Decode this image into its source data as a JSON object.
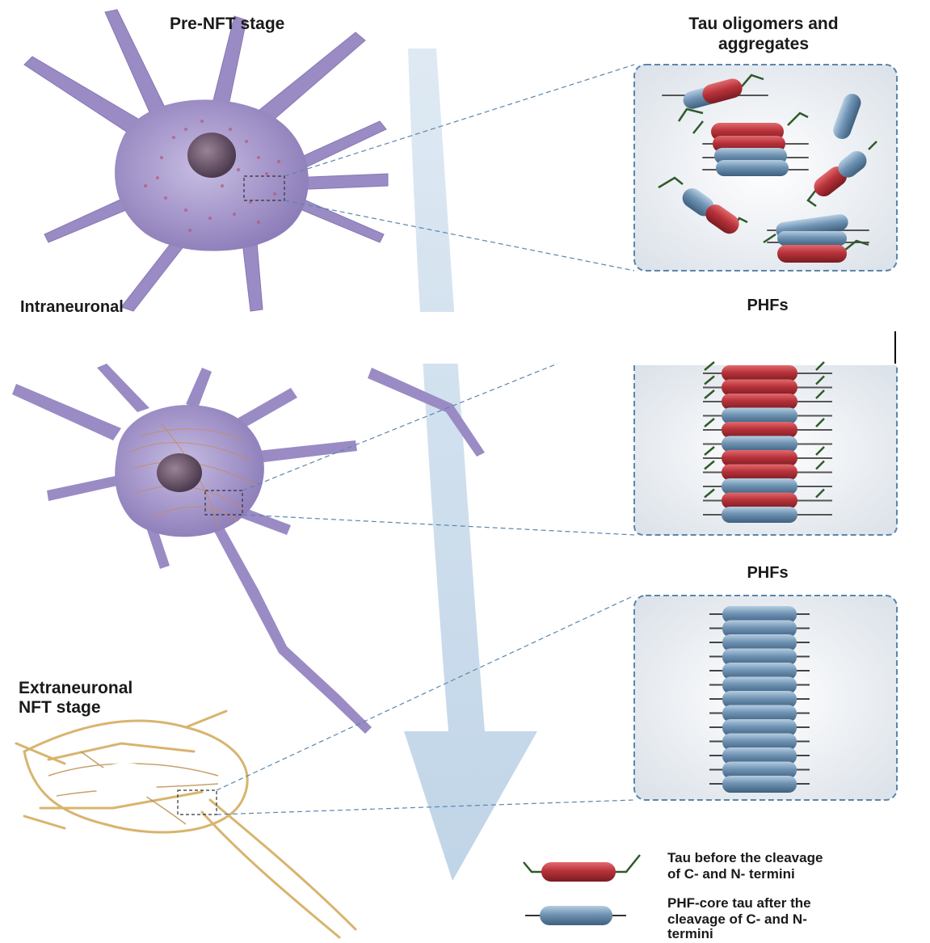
{
  "labels": {
    "pre_nft_stage": "Pre-NFT stage",
    "intraneuronal": "Intraneuronal",
    "extraneuronal_line1": "Extraneuronal",
    "extraneuronal_line2": "NFT stage",
    "tau_oligomers_line1": "Tau oligomers and",
    "tau_oligomers_line2": "aggregates",
    "phfs_middle": "PHFs",
    "phfs_bottom": "PHFs"
  },
  "legend": {
    "red_tau_line1": "Tau before the cleavage",
    "red_tau_line2": "of C- and N- termini",
    "blue_tau_line1": "PHF-core tau after the",
    "blue_tau_line2": "cleavage of C- and N-",
    "blue_tau_line3": "termini"
  },
  "colors": {
    "red_tau": "#b8323a",
    "blue_tau": "#6f93b3",
    "linker": "#2f5a2a",
    "neuron_purple": "#a393c9",
    "nft_tan": "#d8b46e",
    "arrow": "#c9dcec",
    "panel_border": "#5a86ad"
  }
}
